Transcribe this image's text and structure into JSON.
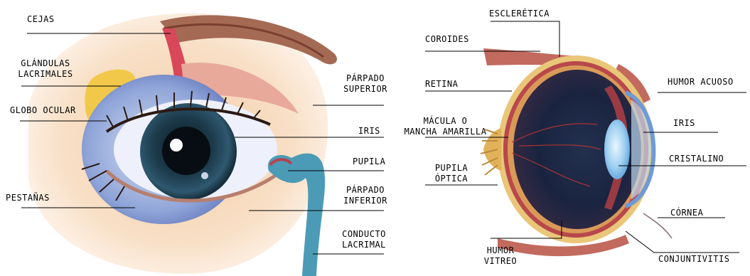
{
  "left_figure": {
    "labels": {
      "cejas": "CEJAS",
      "glandulas_1": "GLÁNDULAS",
      "glandulas_2": "LACRIMALES",
      "globo": "GLOBO OCULAR",
      "pestanas": "PESTAÑAS",
      "parpado_sup_1": "PÁRPADO",
      "parpado_sup_2": "SUPERIOR",
      "iris": "IRIS",
      "pupila": "PUPILA",
      "parpado_inf_1": "PÁRPADO",
      "parpado_inf_2": "INFERIOR",
      "conducto_1": "CONDUCTO",
      "conducto_2": "LACRIMAL"
    }
  },
  "right_figure": {
    "labels": {
      "esclerotica": "ESCLERÉTICA",
      "coroides": "COROIDES",
      "retina": "RETINA",
      "macula_1": "MÁCULA O",
      "macula_2": "MANCHA AMARILLA",
      "pupila_optica_1": "PUPILA",
      "pupila_optica_2": "ÓPTICA",
      "humor_vitreo_1": "HUMOR",
      "humor_vitreo_2": "VITREO",
      "humor_acuoso": "HUMOR ACUOSO",
      "iris": "IRIS",
      "cristalino": "CRISTALINO",
      "cornea": "CÓRNEA",
      "conjuntivitis": "CONJUNTIVITIS"
    }
  }
}
